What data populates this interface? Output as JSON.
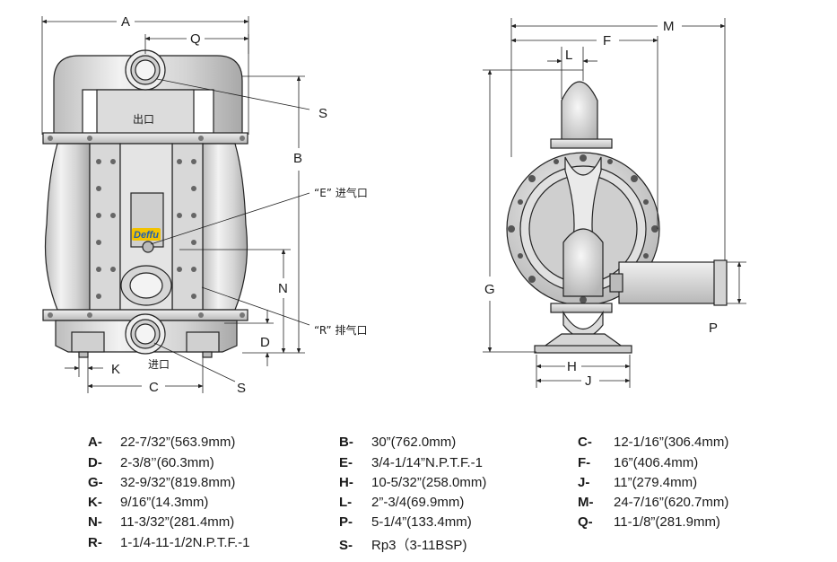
{
  "callouts": {
    "A": "A",
    "Q": "Q",
    "S_top": "S",
    "B": "B",
    "outlet": "出口",
    "E": "“E” 进气口",
    "N": "N",
    "R": "“R” 排气口",
    "D": "D",
    "inlet": "进口",
    "K": "K",
    "C": "C",
    "S_bottom": "S",
    "M": "M",
    "F": "F",
    "L": "L",
    "G": "G",
    "P": "P",
    "H": "H",
    "J": "J",
    "logo": "Deffu"
  },
  "specs": [
    {
      "key": "A-",
      "value": "22-7/32”(563.9mm)"
    },
    {
      "key": "B-",
      "value": "30”(762.0mm)"
    },
    {
      "key": "C-",
      "value": "12-1/16”(306.4mm)"
    },
    {
      "key": "D-",
      "value": "2-3/8’’(60.3mm)"
    },
    {
      "key": "E-",
      "value": "3/4-1/14”N.P.T.F.-1"
    },
    {
      "key": "F-",
      "value": "16”(406.4mm)"
    },
    {
      "key": "G-",
      "value": "32-9/32”(819.8mm)"
    },
    {
      "key": "H-",
      "value": "10-5/32”(258.0mm)"
    },
    {
      "key": "J-",
      "value": "11”(279.4mm)"
    },
    {
      "key": "K-",
      "value": "9/16”(14.3mm)"
    },
    {
      "key": "L-",
      "value": "2”-3/4(69.9mm)"
    },
    {
      "key": "M-",
      "value": "24-7/16”(620.7mm)"
    },
    {
      "key": "N-",
      "value": "11-3/32”(281.4mm)"
    },
    {
      "key": "P-",
      "value": "5-1/4”(133.4mm)"
    },
    {
      "key": "Q-",
      "value": "11-1/8”(281.9mm)"
    },
    {
      "key": "R-",
      "value": "1-1/4-11-1/2N.P.T.F.-1"
    },
    {
      "key": "S-",
      "value": "Rp3（3-11BSP)"
    }
  ],
  "colors": {
    "line": "#222222",
    "metal_light": "#e6e6e6",
    "metal_mid": "#c8c8c8",
    "metal_dark": "#9a9a9a",
    "logo_blue": "#1f5fb0",
    "logo_yellow": "#f2c200"
  }
}
